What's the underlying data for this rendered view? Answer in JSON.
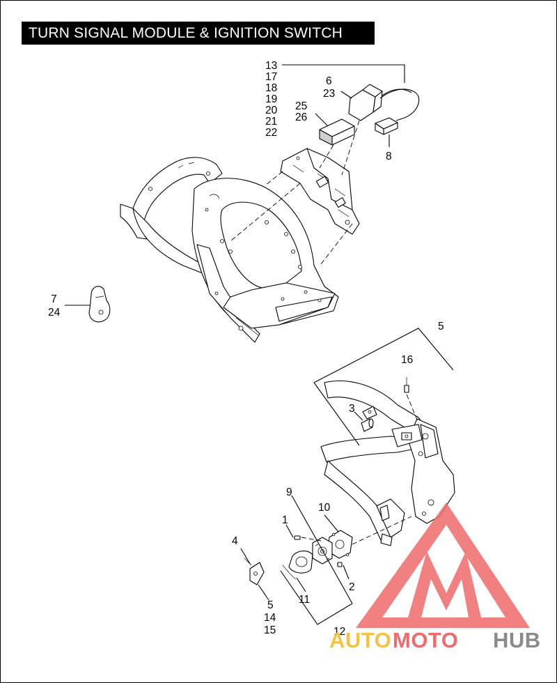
{
  "title": "TURN SIGNAL MODULE & IGNITION SWITCH",
  "callouts": {
    "c13_group": [
      "13",
      "17",
      "18",
      "19",
      "20",
      "21",
      "22"
    ],
    "c6_group": [
      "6",
      "23"
    ],
    "c25_group": [
      "25",
      "26"
    ],
    "c8": "8",
    "c7_group": [
      "7",
      "24"
    ],
    "c5_top": "5",
    "c16": "16",
    "c3": "3",
    "c9": "9",
    "c10": "10",
    "c1": "1",
    "c4": "4",
    "c2": "2",
    "c11": "11",
    "c5_group": [
      "5",
      "14",
      "15"
    ],
    "c12": "12"
  },
  "watermark": {
    "word_a": "AUTO",
    "word_b": "MOTO",
    "word_c": "HUB",
    "color_a": "#f5c242",
    "color_b": "#ef6b6b",
    "color_c": "#8a8a8a",
    "logo_color": "#ef6b6b"
  }
}
